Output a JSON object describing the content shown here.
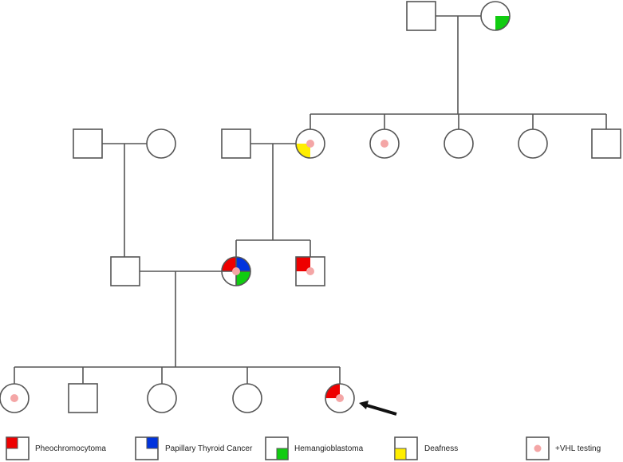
{
  "colors": {
    "line": "#555555",
    "pheochromocytoma": "#ee0000",
    "papillary_thyroid_cancer": "#0033dd",
    "hemangioblastoma": "#11cc11",
    "deafness": "#ffee00",
    "vhl_positive": "#f4a6a6"
  },
  "individuals": [
    {
      "id": "g1-grandfather",
      "sex": "male",
      "traits": [],
      "vhl_positive": false
    },
    {
      "id": "g1-grandmother",
      "sex": "female",
      "traits": [
        "hemangioblastoma"
      ],
      "vhl_positive": false
    },
    {
      "id": "g2-paternal-grandfather",
      "sex": "male",
      "traits": [],
      "vhl_positive": false
    },
    {
      "id": "g2-paternal-grandmother",
      "sex": "female",
      "traits": [],
      "vhl_positive": false
    },
    {
      "id": "g2-maternal-grandfather",
      "sex": "male",
      "traits": [],
      "vhl_positive": false
    },
    {
      "id": "g2-maternal-grandmother",
      "sex": "female",
      "traits": [
        "deafness"
      ],
      "vhl_positive": true
    },
    {
      "id": "g2-great-aunt-1",
      "sex": "female",
      "traits": [],
      "vhl_positive": true
    },
    {
      "id": "g2-great-aunt-2",
      "sex": "female",
      "traits": [],
      "vhl_positive": false
    },
    {
      "id": "g2-great-aunt-3",
      "sex": "female",
      "traits": [],
      "vhl_positive": false
    },
    {
      "id": "g2-great-uncle",
      "sex": "male",
      "traits": [],
      "vhl_positive": false
    },
    {
      "id": "g3-father",
      "sex": "male",
      "traits": [],
      "vhl_positive": false
    },
    {
      "id": "g3-mother",
      "sex": "female",
      "traits": [
        "pheochromocytoma",
        "papillary_thyroid_cancer",
        "hemangioblastoma"
      ],
      "vhl_positive": true
    },
    {
      "id": "g3-uncle",
      "sex": "male",
      "traits": [
        "pheochromocytoma"
      ],
      "vhl_positive": true
    },
    {
      "id": "g4-sibling-1",
      "sex": "female",
      "traits": [],
      "vhl_positive": true
    },
    {
      "id": "g4-sibling-2",
      "sex": "male",
      "traits": [],
      "vhl_positive": false
    },
    {
      "id": "g4-sibling-3",
      "sex": "female",
      "traits": [],
      "vhl_positive": false
    },
    {
      "id": "g4-sibling-4",
      "sex": "female",
      "traits": [],
      "vhl_positive": false
    },
    {
      "id": "g4-proband",
      "sex": "female",
      "traits": [
        "pheochromocytoma"
      ],
      "vhl_positive": true,
      "proband": true
    }
  ],
  "legend": [
    {
      "key": "pheochromocytoma",
      "label": "Pheochromocytoma"
    },
    {
      "key": "papillary_thyroid_cancer",
      "label": "Papillary Thyroid Cancer"
    },
    {
      "key": "hemangioblastoma",
      "label": "Hemangioblastoma"
    },
    {
      "key": "deafness",
      "label": "Deafness"
    },
    {
      "key": "vhl_positive",
      "label": "+VHL testing"
    }
  ]
}
